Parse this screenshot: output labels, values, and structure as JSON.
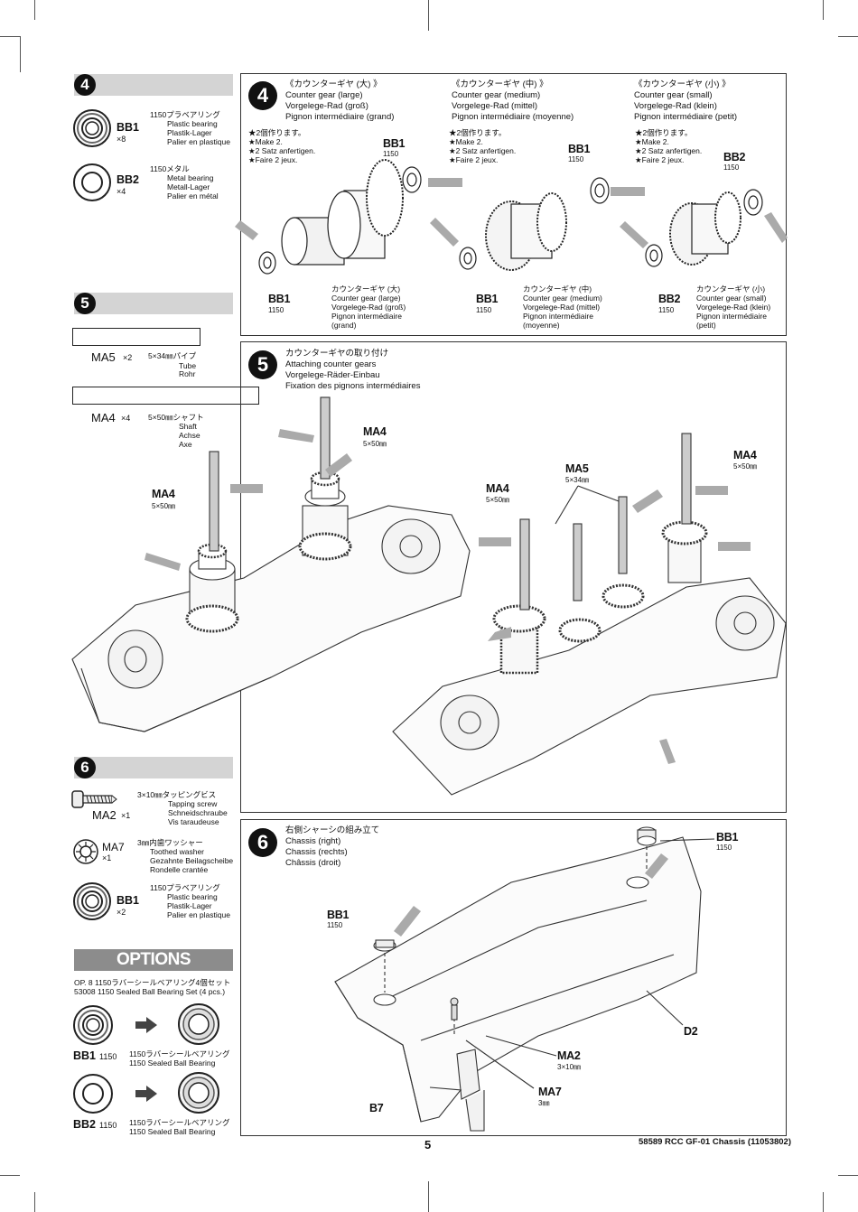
{
  "left": {
    "step4": {
      "num": "4",
      "bb1": {
        "code": "BB1",
        "qty": "×8",
        "jp": "1150プラベアリング",
        "en": "Plastic bearing",
        "de": "Plastik-Lager",
        "fr": "Palier en plastique"
      },
      "bb2": {
        "code": "BB2",
        "qty": "×4",
        "jp": "1150メタル",
        "en": "Metal bearing",
        "de": "Metall-Lager",
        "fr": "Palier en métal"
      }
    },
    "step5": {
      "num": "5",
      "ma5": {
        "code": "MA5",
        "qty": "×2",
        "jp": "5×34㎜パイプ",
        "en": "Tube",
        "de": "Rohr"
      },
      "ma4": {
        "code": "MA4",
        "qty": "×4",
        "jp": "5×50㎜シャフト",
        "en": "Shaft",
        "de": "Achse",
        "fr": "Axe"
      }
    },
    "step6": {
      "num": "6",
      "ma2": {
        "code": "MA2",
        "qty": "×1",
        "jp": "3×10㎜タッピングビス",
        "en": "Tapping screw",
        "de": "Schneidschraube",
        "fr": "Vis taraudeuse"
      },
      "ma7": {
        "code": "MA7",
        "qty": "×1",
        "jp": "3㎜内歯ワッシャー",
        "en": "Toothed washer",
        "de": "Gezahnte Beilagscheibe",
        "fr": "Rondelle crantée"
      },
      "bb1": {
        "code": "BB1",
        "qty": "×2",
        "jp": "1150プラベアリング",
        "en": "Plastic bearing",
        "de": "Plastik-Lager",
        "fr": "Palier en plastique"
      }
    },
    "options": {
      "title": "OPTIONS",
      "line1": "OP. 8 1150ラバーシールベアリング4個セット",
      "line2": "53008 1150 Sealed Ball Bearing Set (4 pcs.)",
      "row1": {
        "code": "BB1",
        "size": "1150",
        "jp": "1150ラバーシールベアリング",
        "en": "1150 Sealed Ball Bearing"
      },
      "row2": {
        "code": "BB2",
        "size": "1150",
        "jp": "1150ラバーシールベアリング",
        "en": "1150 Sealed Ball Bearing"
      }
    }
  },
  "step4panel": {
    "num": "4",
    "large": {
      "jp": "《カウンターギヤ (大) 》",
      "en": "Counter gear (large)",
      "de": "Vorgelege-Rad (groß)",
      "fr": "Pignon intermédiaire (grand)"
    },
    "medium": {
      "jp": "《カウンターギヤ (中) 》",
      "en": "Counter gear (medium)",
      "de": "Vorgelege-Rad (mittel)",
      "fr": "Pignon intermédiaire (moyenne)"
    },
    "small": {
      "jp": "《カウンターギヤ (小) 》",
      "en": "Counter gear (small)",
      "de": "Vorgelege-Rad (klein)",
      "fr": "Pignon intermédiaire (petit)"
    },
    "make": {
      "jp": "★2個作ります。",
      "en": "★Make 2.",
      "de": "★2 Satz anfertigen.",
      "fr": "★Faire 2 jeux."
    },
    "callouts": {
      "bb1": "BB1",
      "bb2": "BB2",
      "size": "1150",
      "cg_large": {
        "jp": "カウンターギヤ (大)",
        "en": "Counter gear (large)",
        "de": "Vorgelege-Rad (groß)",
        "fr1": "Pignon intermédiaire",
        "fr2": "(grand)"
      },
      "cg_medium": {
        "jp": "カウンターギヤ (中)",
        "en": "Counter gear (medium)",
        "de": "Vorgelege-Rad (mittel)",
        "fr1": "Pignon intermédiaire",
        "fr2": "(moyenne)"
      },
      "cg_small": {
        "jp": "カウンターギヤ (小)",
        "en": "Counter gear (small)",
        "de": "Vorgelege-Rad (klein)",
        "fr1": "Pignon intermédiaire",
        "fr2": "(petit)"
      }
    }
  },
  "step5panel": {
    "num": "5",
    "jp": "カウンターギヤの取り付け",
    "en": "Attaching counter gears",
    "de": "Vorgelege-Räder-Einbau",
    "fr": "Fixation des pignons intermédiaires",
    "ma4": "MA4",
    "ma4_size": "5×50㎜",
    "ma5": "MA5",
    "ma5_size": "5×34㎜"
  },
  "step6panel": {
    "num": "6",
    "jp": "右側シャーシの組み立て",
    "en": "Chassis (right)",
    "de": "Chassis (rechts)",
    "fr": "Châssis (droit)",
    "bb1": "BB1",
    "size": "1150",
    "d2": "D2",
    "ma2": "MA2",
    "ma2_size": "3×10㎜",
    "ma7": "MA7",
    "ma7_size": "3㎜",
    "b7": "B7"
  },
  "footer": {
    "page": "5",
    "doc": "58589 RCC GF-01 Chassis (11053802)"
  }
}
